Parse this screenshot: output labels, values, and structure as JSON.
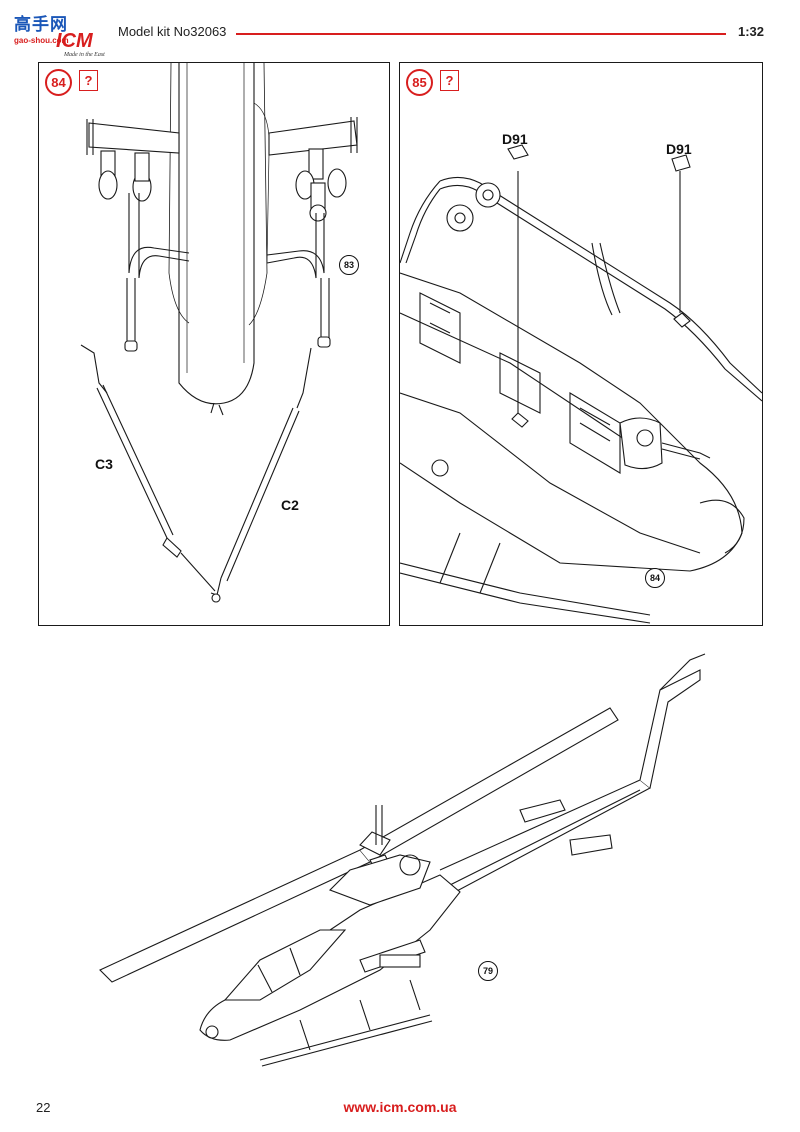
{
  "header": {
    "logo_cn": "高手网",
    "logo_url": "gao-shou.com",
    "logo_brand": "ICM",
    "logo_tagline": "Made in the East",
    "kit_title": "Model kit No32063",
    "scale": "1:32"
  },
  "step84": {
    "number": "84",
    "help": "?",
    "labels": {
      "c3": "C3",
      "c2": "C2"
    },
    "ref": "83"
  },
  "step85": {
    "number": "85",
    "help": "?",
    "labels": {
      "d91_left": "D91",
      "d91_right": "D91"
    },
    "ref": "84"
  },
  "overview": {
    "ref": "79"
  },
  "footer": {
    "page": "22",
    "website": "www.icm.com.ua"
  },
  "colors": {
    "accent": "#d81e1e",
    "logo_blue": "#1b57b8",
    "line": "#1a1a1a"
  }
}
